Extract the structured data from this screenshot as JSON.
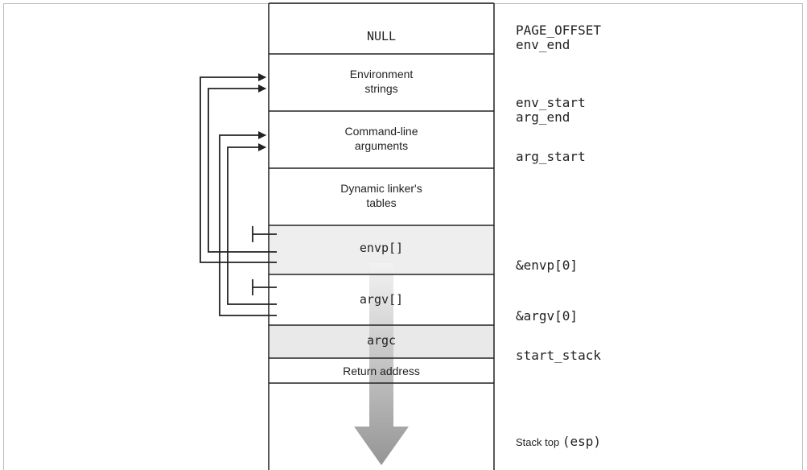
{
  "cells": {
    "null": "NULL",
    "env_strings": [
      "Environment",
      "strings"
    ],
    "cmd_args": [
      "Command-line",
      "arguments"
    ],
    "linker_tables": [
      "Dynamic linker's",
      "tables"
    ],
    "envp": "envp[]",
    "argv": "argv[]",
    "argc": "argc",
    "return_address": "Return address"
  },
  "labels": {
    "page_offset": "PAGE_OFFSET",
    "env_end": "env_end",
    "env_start": "env_start",
    "arg_end": "arg_end",
    "arg_start": "arg_start",
    "envp0": "&envp[0]",
    "argv0": "&argv[0]",
    "start_stack": "start_stack",
    "stack_top_sans": "Stack top ",
    "stack_top_mono": "(esp)"
  },
  "colors": {
    "shaded_cell": "#eeeeee",
    "line": "#222222",
    "arrow_top": "#e6e6e6",
    "arrow_bottom": "#8c8c8c"
  }
}
